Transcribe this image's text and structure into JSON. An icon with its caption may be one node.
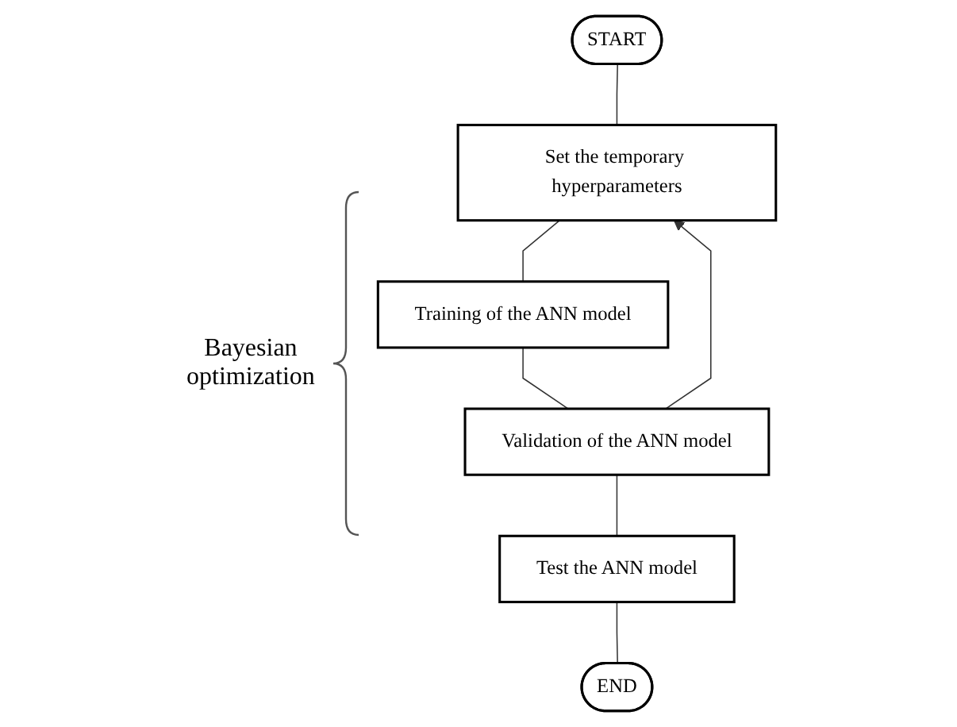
{
  "diagram": {
    "nodes": [
      {
        "text": [
          "START"
        ]
      },
      {
        "text": [
          "Set the temporary hyperparameters"
        ]
      },
      {
        "text": [
          "Training of the ANN model"
        ]
      },
      {
        "text": [
          "Validation of the ANN model"
        ]
      },
      {
        "text": [
          "Test the ANN model"
        ]
      },
      {
        "text": [
          "END"
        ]
      }
    ],
    "edges": [
      {
        "from": 0,
        "to": 1,
        "arrow": "none"
      },
      {
        "from": 1,
        "to": 2,
        "arrow": "none"
      },
      {
        "from": 2,
        "to": 3,
        "arrow": "none"
      },
      {
        "from": 3,
        "to": 4,
        "arrow": "none"
      },
      {
        "from": 4,
        "to": 5,
        "arrow": "none"
      },
      {
        "from": 3,
        "to": 1,
        "arrow": "to"
      }
    ],
    "labels": [
      "Bayesian optimization"
    ]
  }
}
